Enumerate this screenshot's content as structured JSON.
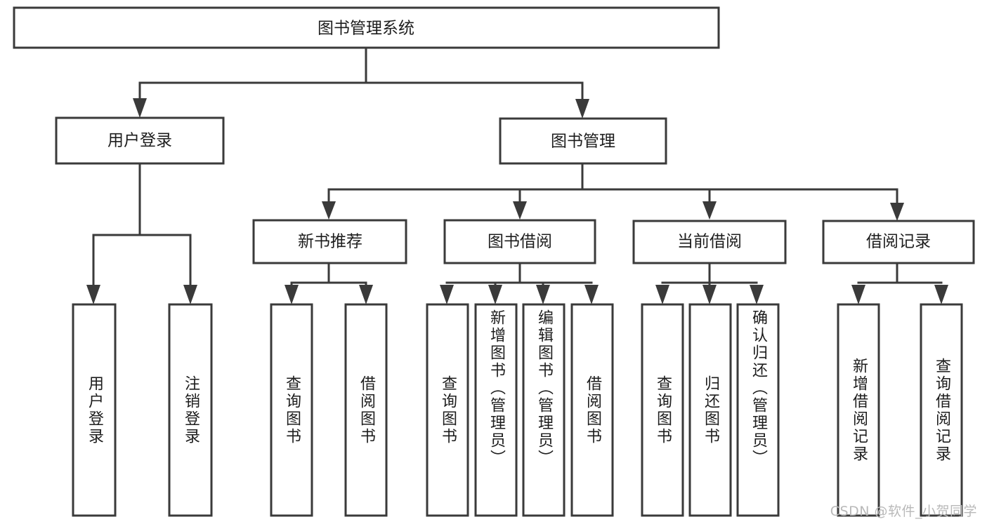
{
  "diagram": {
    "type": "hierarchy-tree",
    "title": "图书管理系统",
    "watermark": "CSDN @软件_小贺同学",
    "colors": {
      "stroke": "#3a3a3a",
      "fill": "#ffffff",
      "text": "#1d1d1d",
      "watermark": "#b9b9b9"
    },
    "root": {
      "label": "图书管理系统"
    },
    "level2": [
      {
        "id": "user-login",
        "label": "用户登录"
      },
      {
        "id": "book-management",
        "label": "图书管理"
      }
    ],
    "level3": [
      {
        "id": "new-book-recommend",
        "label": "新书推荐",
        "parent": "book-management"
      },
      {
        "id": "book-borrow",
        "label": "图书借阅",
        "parent": "book-management"
      },
      {
        "id": "current-borrow",
        "label": "当前借阅",
        "parent": "book-management"
      },
      {
        "id": "borrow-record",
        "label": "借阅记录",
        "parent": "book-management"
      }
    ],
    "leaves": [
      {
        "id": "leaf-user-login",
        "label": "用户登录",
        "parent": "user-login"
      },
      {
        "id": "leaf-logout-login",
        "label": "注销登录",
        "parent": "user-login"
      },
      {
        "id": "leaf-query-book-1",
        "label": "查询图书",
        "parent": "new-book-recommend"
      },
      {
        "id": "leaf-borrow-book-1",
        "label": "借阅图书",
        "parent": "new-book-recommend"
      },
      {
        "id": "leaf-query-book-2",
        "label": "查询图书",
        "parent": "book-borrow"
      },
      {
        "id": "leaf-add-book",
        "label": "新增图书（管理员）",
        "parent": "book-borrow"
      },
      {
        "id": "leaf-edit-book",
        "label": "编辑图书（管理员）",
        "parent": "book-borrow"
      },
      {
        "id": "leaf-borrow-book-2",
        "label": "借阅图书",
        "parent": "book-borrow"
      },
      {
        "id": "leaf-query-book-3",
        "label": "查询图书",
        "parent": "current-borrow"
      },
      {
        "id": "leaf-return-book",
        "label": "归还图书",
        "parent": "current-borrow"
      },
      {
        "id": "leaf-confirm-return",
        "label": "确认归还（管理员）",
        "parent": "current-borrow"
      },
      {
        "id": "leaf-add-record",
        "label": "新增借阅记录",
        "parent": "borrow-record"
      },
      {
        "id": "leaf-query-record",
        "label": "查询借阅记录",
        "parent": "borrow-record"
      }
    ]
  }
}
